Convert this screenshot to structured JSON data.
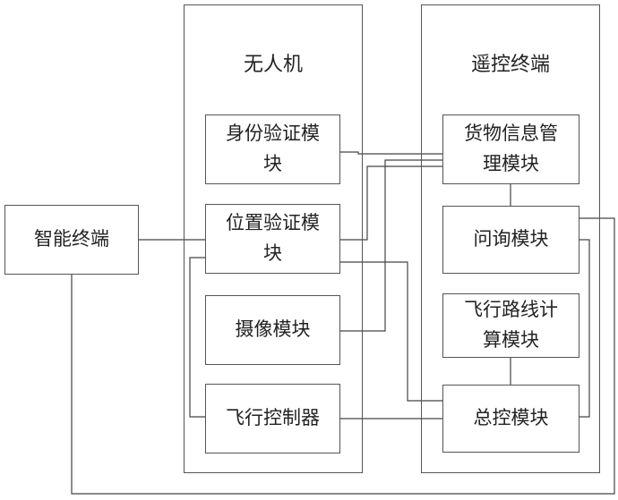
{
  "uav": {
    "title": "无人机",
    "modules": {
      "identity_line1": "身份验证模",
      "identity_line2": "块",
      "position_line1": "位置验证模",
      "position_line2": "块",
      "camera": "摄像模块",
      "flight_controller": "飞行控制器"
    }
  },
  "remote": {
    "title": "遥控终端",
    "modules": {
      "cargo_line1": "货物信息管",
      "cargo_line2": "理模块",
      "inquiry": "问询模块",
      "route_line1": "飞行路线计",
      "route_line2": "算模块",
      "master": "总控模块"
    }
  },
  "smart_terminal": "智能终端"
}
